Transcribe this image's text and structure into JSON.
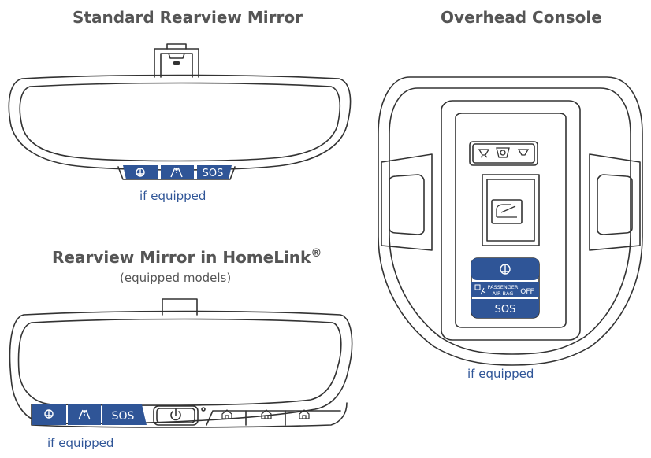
{
  "titles": {
    "standard_mirror": "Standard Rearview Mirror",
    "overhead_console": "Overhead Console",
    "homelink_mirror": "Rearview Mirror in HomeLink",
    "homelink_reg": "®",
    "homelink_sub": "(equipped models)"
  },
  "captions": {
    "standard": "if equipped",
    "overhead": "if equipped",
    "homelink": "if equipped"
  },
  "buttons": {
    "sos": "SOS",
    "passenger_line1": "PASSENGER",
    "passenger_line2": "AIR BAG",
    "passenger_off": "OFF"
  },
  "colors": {
    "button_blue": "#2f5597",
    "outline": "#333333",
    "caption_blue": "#2f5597"
  },
  "icons": [
    "onstar-icon",
    "roadside-assist-icon",
    "power-icon",
    "garage-door-icon",
    "dome-light-icon",
    "sunroof-icon",
    "airbag-icon"
  ]
}
